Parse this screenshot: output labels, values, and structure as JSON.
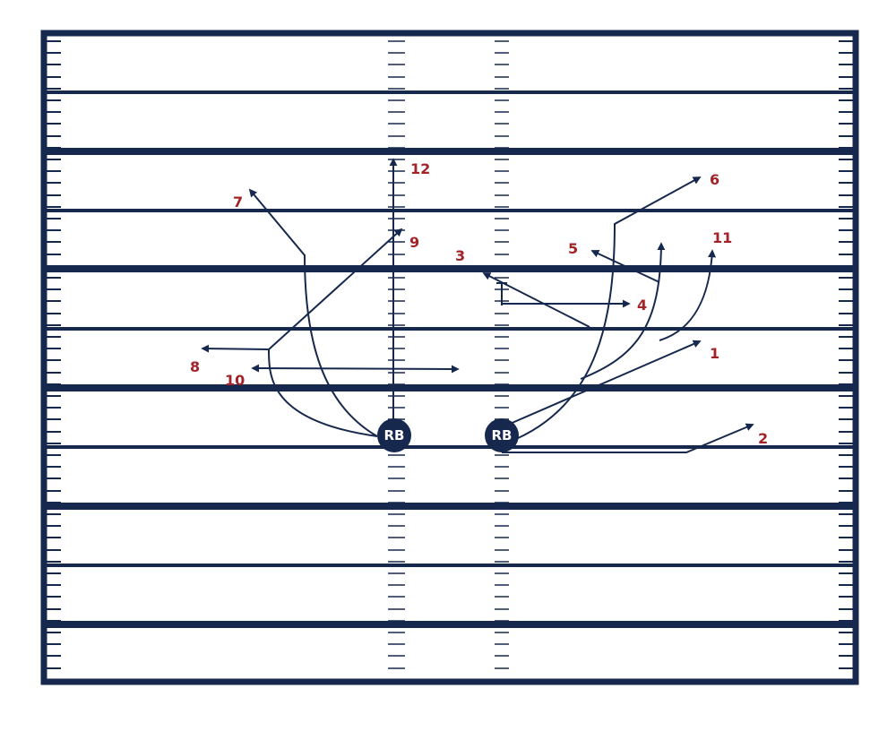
{
  "colors": {
    "field_lines": "#16284d",
    "route_lines": "#16284d",
    "route_numbers": "#a32329",
    "background": "#ffffff"
  },
  "players": [
    {
      "id": "rb-left",
      "label": "RB"
    },
    {
      "id": "rb-right",
      "label": "RB"
    }
  ],
  "routes": [
    {
      "id": "1",
      "label": "1"
    },
    {
      "id": "2",
      "label": "2"
    },
    {
      "id": "3",
      "label": "3"
    },
    {
      "id": "4",
      "label": "4"
    },
    {
      "id": "5",
      "label": "5"
    },
    {
      "id": "6",
      "label": "6"
    },
    {
      "id": "7",
      "label": "7"
    },
    {
      "id": "8",
      "label": "8"
    },
    {
      "id": "9",
      "label": "9"
    },
    {
      "id": "10",
      "label": "10"
    },
    {
      "id": "11",
      "label": "11"
    },
    {
      "id": "12",
      "label": "12"
    }
  ]
}
